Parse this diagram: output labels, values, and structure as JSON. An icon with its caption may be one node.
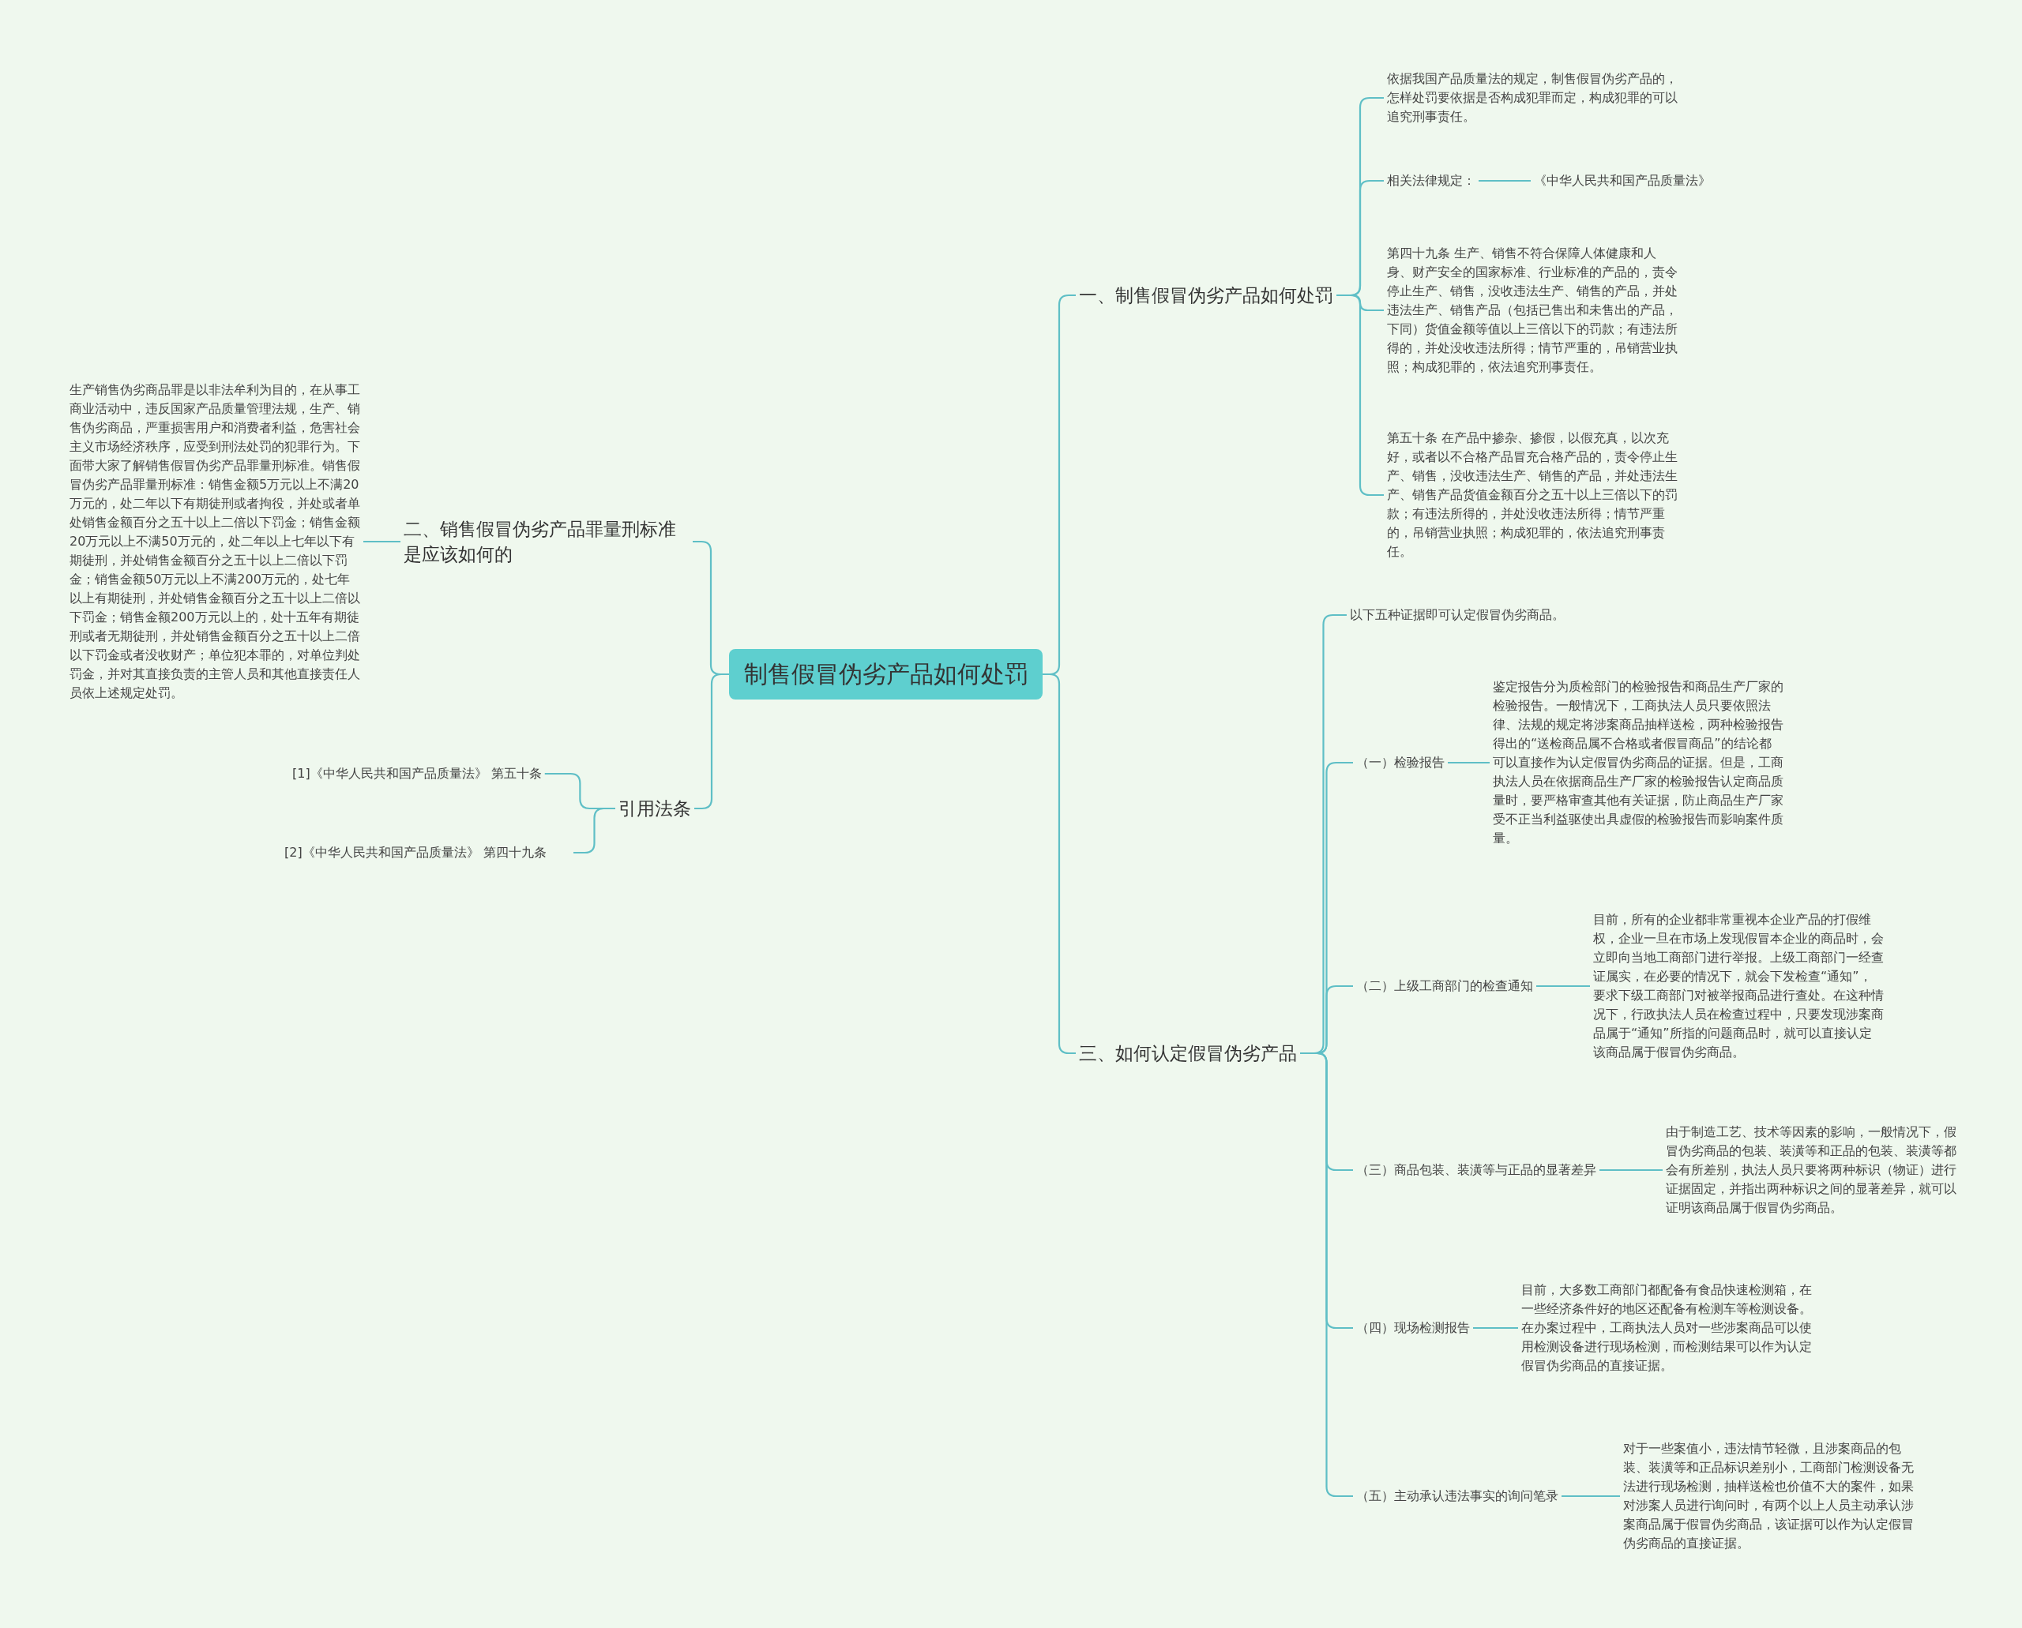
{
  "diagram": {
    "nodes": [
      {
        "text": [
          "制售假冒伪劣产品如何处罚"
        ]
      },
      {
        "text": [
          "一、制售假冒伪劣产品如何处罚"
        ]
      },
      {
        "text": [
          "依据我国产品质量法的规定，制售假冒伪劣产品的，怎样处罚要依据是否构成犯罪而定，构成犯罪的可以追究刑事责任。"
        ]
      },
      {
        "text": [
          "相关法律规定："
        ]
      },
      {
        "text": [
          "《中华人民共和国产品质量法》"
        ]
      },
      {
        "text": [
          "第四十九条 生产、销售不符合保障人体健康和人身、财产安全的国家标准、行业标准的产品的，责令停止生产、销售，没收违法生产、销售的产品，并处违法生产、销售产品（包括已售出和未售出的产品，下同）货值金额等值以上三倍以下的罚款；有违法所得的，并处没收违法所得；情节严重的，吊销营业执照；构成犯罪的，依法追究刑事责任。"
        ]
      },
      {
        "text": [
          "第五十条 在产品中掺杂、掺假，以假充真，以次充好，或者以不合格产品冒充合格产品的，责令停止生产、销售，没收违法生产、销售的产品，并处违法生产、销售产品货值金额百分之五十以上三倍以下的罚款；有违法所得的，并处没收违法所得；情节严重的，吊销营业执照；构成犯罪的，依法追究刑事责任。"
        ]
      },
      {
        "text": [
          "三、如何认定假冒伪劣产品"
        ]
      },
      {
        "text": [
          "以下五种证据即可认定假冒伪劣商品。"
        ]
      },
      {
        "text": [
          "（一）检验报告"
        ]
      },
      {
        "text": [
          "鉴定报告分为质检部门的检验报告和商品生产厂家的检验报告。一般情况下，工商执法人员只要依照法律、法规的规定将涉案商品抽样送检，两种检验报告得出的“送检商品属不合格或者假冒商品”的结论都可以直接作为认定假冒伪劣商品的证据。但是，工商执法人员在依据商品生产厂家的检验报告认定商品质量时，要严格审查其他有关证据，防止商品生产厂家受不正当利益驱使出具虚假的检验报告而影响案件质量。"
        ]
      },
      {
        "text": [
          "（二）上级工商部门的检查通知"
        ]
      },
      {
        "text": [
          "目前，所有的企业都非常重视本企业产品的打假维权，企业一旦在市场上发现假冒本企业的商品时，会立即向当地工商部门进行举报。上级工商部门一经查证属实，在必要的情况下，就会下发检查“通知”，要求下级工商部门对被举报商品进行查处。在这种情况下，行政执法人员在检查过程中，只要发现涉案商品属于“通知”所指的问题商品时，就可以直接认定该商品属于假冒伪劣商品。"
        ]
      },
      {
        "text": [
          "（三）商品包装、装潢等与正品的显著差异"
        ]
      },
      {
        "text": [
          "由于制造工艺、技术等因素的影响，一般情况下，假冒伪劣商品的包装、装潢等和正品的包装、装潢等都会有所差别，执法人员只要将两种标识（物证）进行证据固定，并指出两种标识之间的显著差异，就可以证明该商品属于假冒伪劣商品。"
        ]
      },
      {
        "text": [
          "（四）现场检测报告"
        ]
      },
      {
        "text": [
          "目前，大多数工商部门都配备有食品快速检测箱，在一些经济条件好的地区还配备有检测车等检测设备。在办案过程中，工商执法人员对一些涉案商品可以使用检测设备进行现场检测，而检测结果可以作为认定假冒伪劣商品的直接证据。"
        ]
      },
      {
        "text": [
          "（五）主动承认违法事实的询问笔录"
        ]
      },
      {
        "text": [
          "对于一些案值小，违法情节轻微，且涉案商品的包装、装潢等和正品标识差别小，工商部门检测设备无法进行现场检测，抽样送检也价值不大的案件，如果对涉案人员进行询问时，有两个以上人员主动承认涉案商品属于假冒伪劣商品，该证据可以作为认定假冒伪劣商品的直接证据。"
        ]
      },
      {
        "text": [
          "二、销售假冒伪劣产品罪量刑标准是应该如何的"
        ]
      },
      {
        "text": [
          "生产销售伪劣商品罪是以非法牟利为目的，在从事工商业活动中，违反国家产品质量管理法规，生产、销售伪劣商品，严重损害用户和消费者利益，危害社会主义市场经济秩序，应受到刑法处罚的犯罪行为。下面带大家了解销售假冒伪劣产品罪量刑标准。销售假冒伪劣产品罪量刑标准：销售金额5万元以上不满20万元的，处二年以下有期徒刑或者拘役，并处或者单处销售金额百分之五十以上二倍以下罚金；销售金额20万元以上不满50万元的，处二年以上七年以下有期徒刑，并处销售金额百分之五十以上二倍以下罚金；销售金额50万元以上不满200万元的，处七年以上有期徒刑，并处销售金额百分之五十以上二倍以下罚金；销售金额200万元以上的，处十五年有期徒刑或者无期徒刑，并处销售金额百分之五十以上二倍以下罚金或者没收财产；单位犯本罪的，对单位判处罚金，并对其直接负责的主管人员和其他直接责任人员依上述规定处罚。"
        ]
      },
      {
        "text": [
          "引用法条"
        ]
      },
      {
        "text": [
          "[1]《中华人民共和国产品质量法》 第五十条"
        ]
      },
      {
        "text": [
          "[2]《中华人民共和国产品质量法》 第四十九条"
        ]
      }
    ],
    "edges": [
      {
        "from": 0,
        "to": 1,
        "arrow": "none"
      },
      {
        "from": 0,
        "to": 7,
        "arrow": "none"
      },
      {
        "from": 0,
        "to": 19,
        "arrow": "none"
      },
      {
        "from": 0,
        "to": 21,
        "arrow": "none"
      },
      {
        "from": 1,
        "to": 2,
        "arrow": "none"
      },
      {
        "from": 1,
        "to": 3,
        "arrow": "none"
      },
      {
        "from": 1,
        "to": 5,
        "arrow": "none"
      },
      {
        "from": 1,
        "to": 6,
        "arrow": "none"
      },
      {
        "from": 3,
        "to": 4,
        "arrow": "none"
      },
      {
        "from": 7,
        "to": 8,
        "arrow": "none"
      },
      {
        "from": 7,
        "to": 9,
        "arrow": "none"
      },
      {
        "from": 7,
        "to": 11,
        "arrow": "none"
      },
      {
        "from": 7,
        "to": 13,
        "arrow": "none"
      },
      {
        "from": 7,
        "to": 15,
        "arrow": "none"
      },
      {
        "from": 7,
        "to": 17,
        "arrow": "none"
      },
      {
        "from": 9,
        "to": 10,
        "arrow": "none"
      },
      {
        "from": 11,
        "to": 12,
        "arrow": "none"
      },
      {
        "from": 13,
        "to": 14,
        "arrow": "none"
      },
      {
        "from": 15,
        "to": 16,
        "arrow": "none"
      },
      {
        "from": 17,
        "to": 18,
        "arrow": "none"
      },
      {
        "from": 19,
        "to": 20,
        "arrow": "none"
      },
      {
        "from": 21,
        "to": 22,
        "arrow": "none"
      },
      {
        "from": 21,
        "to": 23,
        "arrow": "none"
      }
    ]
  }
}
